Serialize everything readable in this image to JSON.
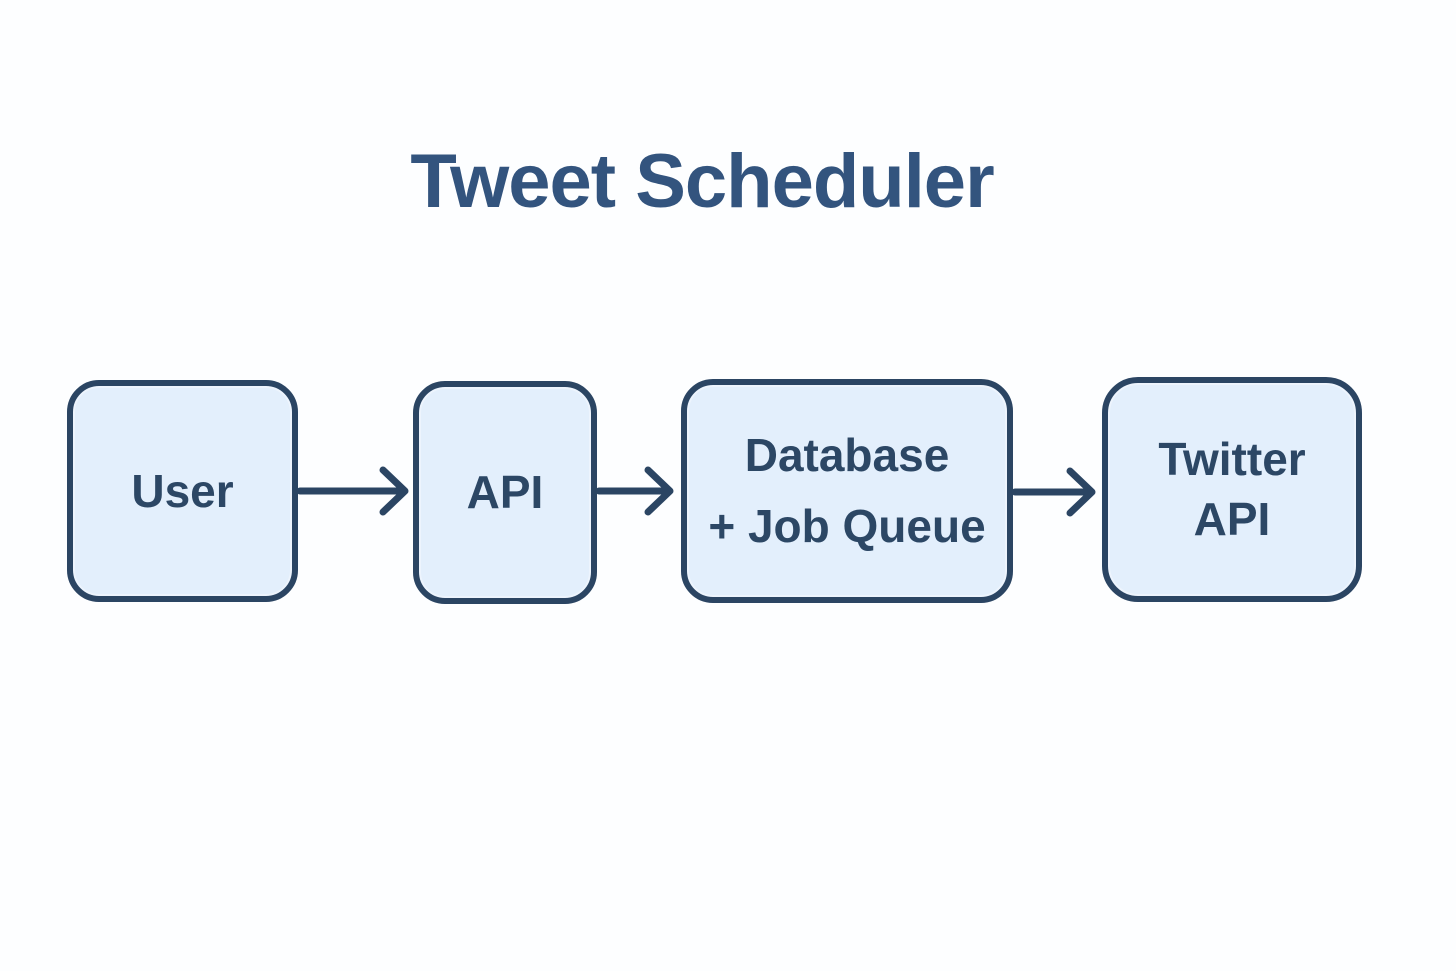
{
  "title": "Tweet Scheduler",
  "colors": {
    "background": "#fdfeff",
    "box_fill": "#e3effc",
    "box_border": "#2b4563",
    "box_text": "#2c4765",
    "title_text": "#33547e",
    "arrow": "#2b4563"
  },
  "diagram": {
    "type": "flowchart",
    "direction": "left-to-right",
    "nodes": [
      {
        "id": "user",
        "lines": [
          "User"
        ]
      },
      {
        "id": "api",
        "lines": [
          "API"
        ]
      },
      {
        "id": "database-job-queue",
        "lines": [
          "Database",
          "+ Job Queue"
        ]
      },
      {
        "id": "twitter-api",
        "lines": [
          "Twitter",
          "API"
        ]
      }
    ],
    "edges": [
      {
        "from": "user",
        "to": "api"
      },
      {
        "from": "api",
        "to": "database-job-queue"
      },
      {
        "from": "database-job-queue",
        "to": "twitter-api"
      }
    ]
  }
}
